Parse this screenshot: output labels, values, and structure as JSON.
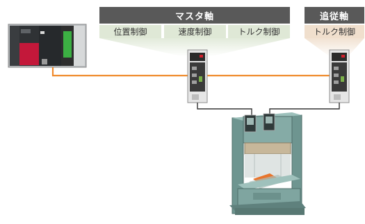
{
  "master_axis": {
    "title": "マスタ軸",
    "modes": [
      "位置制御",
      "速度制御",
      "トルク制御"
    ]
  },
  "follower_axis": {
    "title": "追従軸",
    "modes": [
      "トルク制御"
    ]
  },
  "colors": {
    "header_bg": "#595959",
    "master_mode_bg": "#dfe8d6",
    "follower_mode_bg": "#f0dfcd",
    "network_cable": "#f08a2b",
    "press_body": "#7fa5a0"
  },
  "icons": {
    "controller": "plc-rack-icon",
    "servo_master": "servo-amplifier-icon",
    "servo_follower": "servo-amplifier-icon",
    "machine": "press-machine-icon"
  }
}
